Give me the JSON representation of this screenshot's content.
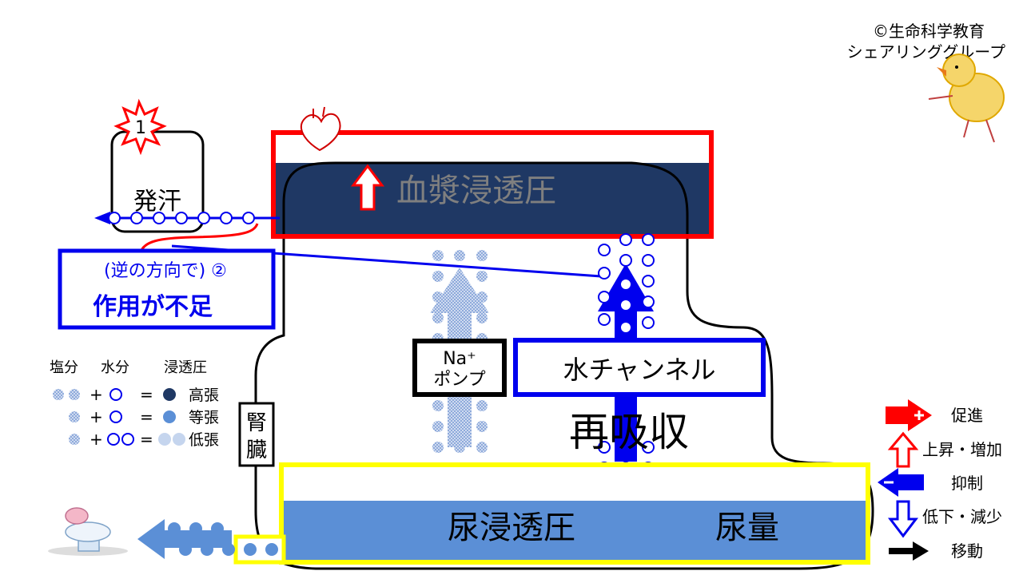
{
  "credit": {
    "line1": "©生命科学教育",
    "line2": "シェアリンググループ"
  },
  "events": {
    "event1_num": "1",
    "sweat": "発汗",
    "event2": "(逆の方向で) ②",
    "insufficient": "作用が不足"
  },
  "blood": {
    "label": "血漿浸透圧"
  },
  "kidney": {
    "label_top": "腎",
    "label_bottom": "臓"
  },
  "pump": {
    "line1": "Na⁺",
    "line2": "ポンプ"
  },
  "water_channel": {
    "label": "水チャンネル"
  },
  "reabsorption": {
    "label": "再吸収"
  },
  "urine": {
    "osmotic_label": "尿浸透圧",
    "volume_label": "尿量"
  },
  "legend_key": {
    "headers": {
      "salt": "塩分",
      "water": "水分",
      "osmotic": "浸透圧"
    },
    "rows": [
      {
        "salt_count": 2,
        "water_count": 1,
        "result_count": 1,
        "result_color": "#1f3864",
        "result_label": "高張"
      },
      {
        "salt_count": 1,
        "water_count": 1,
        "result_count": 1,
        "result_color": "#5b8fd6",
        "result_label": "等張"
      },
      {
        "salt_count": 1,
        "water_count": 2,
        "result_count": 2,
        "result_color": "#c5d5ee",
        "result_label": "低張"
      }
    ],
    "plus": "+",
    "equals": "="
  },
  "symbol_legend": {
    "promote": "促進",
    "rise": "上昇・増加",
    "suppress": "抑制",
    "decrease": "低下・減少",
    "move": "移動"
  },
  "colors": {
    "red": "#ff0000",
    "blue": "#0000ee",
    "navy": "#1f3864",
    "urine_blue": "#5b8fd6",
    "yellow": "#ffff00",
    "plasma_text": "#7f7f7f",
    "dot_blue": "#4472c4",
    "salt_dot": "#8eaadb"
  },
  "icons": {
    "heart": "heart-icon",
    "chick": "chick-illustration",
    "toilet": "toilet-icon",
    "starburst": "starburst-icon"
  }
}
